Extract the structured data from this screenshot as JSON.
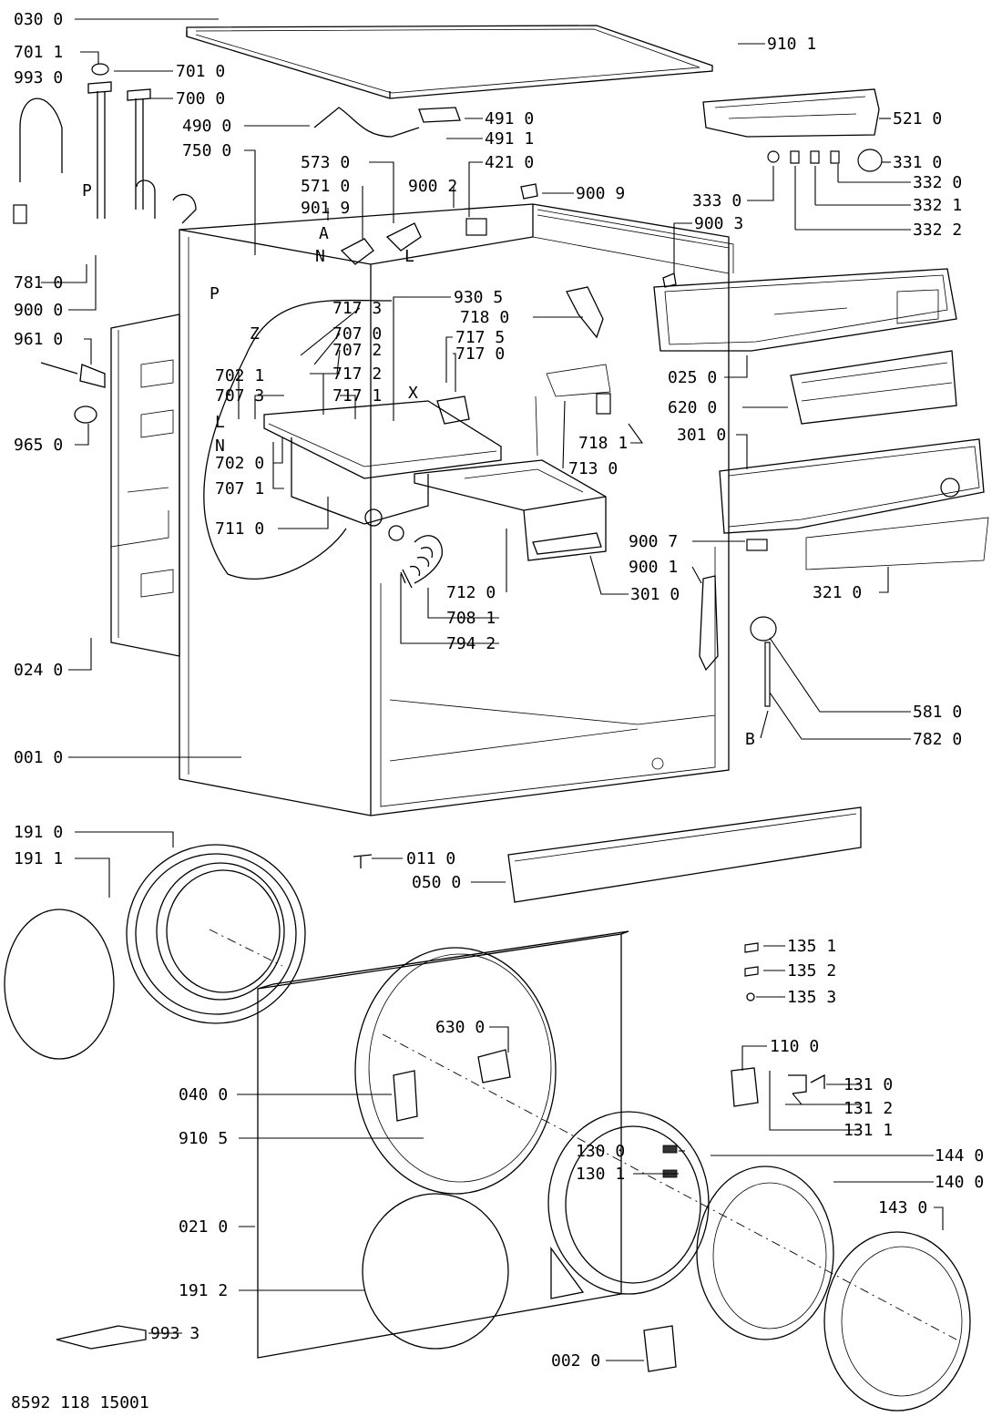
{
  "diagram": {
    "doc_number": "8592 118 15001",
    "labels": [
      {
        "id": "030_0",
        "text": "030 0"
      },
      {
        "id": "701_1",
        "text": "701 1"
      },
      {
        "id": "993_0",
        "text": "993 0"
      },
      {
        "id": "701_0",
        "text": "701 0"
      },
      {
        "id": "700_0",
        "text": "700 0"
      },
      {
        "id": "490_0",
        "text": "490 0"
      },
      {
        "id": "750_0",
        "text": "750 0"
      },
      {
        "id": "910_1_top",
        "text": "910 1"
      },
      {
        "id": "491_0",
        "text": "491 0"
      },
      {
        "id": "491_1",
        "text": "491 1"
      },
      {
        "id": "521_0",
        "text": "521 0"
      },
      {
        "id": "573_0",
        "text": "573 0"
      },
      {
        "id": "571_0",
        "text": "571 0"
      },
      {
        "id": "901_9",
        "text": "901 9"
      },
      {
        "id": "900_2",
        "text": "900 2"
      },
      {
        "id": "421_0",
        "text": "421 0"
      },
      {
        "id": "900_9",
        "text": "900 9"
      },
      {
        "id": "331_0",
        "text": "331 0"
      },
      {
        "id": "332_0",
        "text": "332 0"
      },
      {
        "id": "333_0",
        "text": "333 0"
      },
      {
        "id": "332_1",
        "text": "332 1"
      },
      {
        "id": "332_2",
        "text": "332 2"
      },
      {
        "id": "900_3",
        "text": "900 3"
      },
      {
        "id": "781_0",
        "text": "781 0"
      },
      {
        "id": "900_0",
        "text": "900 0"
      },
      {
        "id": "961_0",
        "text": "961 0"
      },
      {
        "id": "965_0",
        "text": "965 0"
      },
      {
        "id": "717_3",
        "text": "717 3"
      },
      {
        "id": "707_0",
        "text": "707 0"
      },
      {
        "id": "707_2",
        "text": "707 2"
      },
      {
        "id": "930_5",
        "text": "930 5"
      },
      {
        "id": "718_0",
        "text": "718 0"
      },
      {
        "id": "717_5",
        "text": "717 5"
      },
      {
        "id": "717_0",
        "text": "717 0"
      },
      {
        "id": "702_1",
        "text": "702 1"
      },
      {
        "id": "707_3",
        "text": "707 3"
      },
      {
        "id": "717_2",
        "text": "717 2"
      },
      {
        "id": "717_1",
        "text": "717 1"
      },
      {
        "id": "702_0",
        "text": "702 0"
      },
      {
        "id": "707_1",
        "text": "707 1"
      },
      {
        "id": "711_0",
        "text": "711 0"
      },
      {
        "id": "025_0",
        "text": "025 0"
      },
      {
        "id": "620_0",
        "text": "620 0"
      },
      {
        "id": "301_0_top",
        "text": "301 0"
      },
      {
        "id": "718_1",
        "text": "718 1"
      },
      {
        "id": "713_0",
        "text": "713 0"
      },
      {
        "id": "900_7",
        "text": "900 7"
      },
      {
        "id": "900_1",
        "text": "900 1"
      },
      {
        "id": "321_0",
        "text": "321 0"
      },
      {
        "id": "712_0",
        "text": "712 0"
      },
      {
        "id": "301_0_mid",
        "text": "301 0"
      },
      {
        "id": "708_1",
        "text": "708 1"
      },
      {
        "id": "794_2",
        "text": "794 2"
      },
      {
        "id": "024_0",
        "text": "024 0"
      },
      {
        "id": "581_0",
        "text": "581 0"
      },
      {
        "id": "782_0",
        "text": "782 0"
      },
      {
        "id": "001_0",
        "text": "001 0"
      },
      {
        "id": "191_0",
        "text": "191 0"
      },
      {
        "id": "191_1",
        "text": "191 1"
      },
      {
        "id": "011_0",
        "text": "011 0"
      },
      {
        "id": "050_0",
        "text": "050 0"
      },
      {
        "id": "135_1",
        "text": "135 1"
      },
      {
        "id": "135_2",
        "text": "135 2"
      },
      {
        "id": "135_3",
        "text": "135 3"
      },
      {
        "id": "630_0",
        "text": "630 0"
      },
      {
        "id": "110_0",
        "text": "110 0"
      },
      {
        "id": "040_0",
        "text": "040 0"
      },
      {
        "id": "131_0",
        "text": "131 0"
      },
      {
        "id": "131_2",
        "text": "131 2"
      },
      {
        "id": "910_5",
        "text": "910 5"
      },
      {
        "id": "131_1",
        "text": "131 1"
      },
      {
        "id": "130_0",
        "text": "130 0"
      },
      {
        "id": "144_0",
        "text": "144 0"
      },
      {
        "id": "130_1",
        "text": "130 1"
      },
      {
        "id": "140_0",
        "text": "140 0"
      },
      {
        "id": "143_0",
        "text": "143 0"
      },
      {
        "id": "021_0",
        "text": "021 0"
      },
      {
        "id": "191_2",
        "text": "191 2"
      },
      {
        "id": "993_3",
        "text": "993 3"
      },
      {
        "id": "002_0",
        "text": "002 0"
      }
    ],
    "letters": [
      {
        "id": "P1",
        "text": "P"
      },
      {
        "id": "A",
        "text": "A"
      },
      {
        "id": "N1",
        "text": "N"
      },
      {
        "id": "L1",
        "text": "L"
      },
      {
        "id": "P2",
        "text": "P"
      },
      {
        "id": "Z",
        "text": "Z"
      },
      {
        "id": "X",
        "text": "X"
      },
      {
        "id": "L2",
        "text": "L"
      },
      {
        "id": "N2",
        "text": "N"
      },
      {
        "id": "B",
        "text": "B"
      }
    ]
  }
}
